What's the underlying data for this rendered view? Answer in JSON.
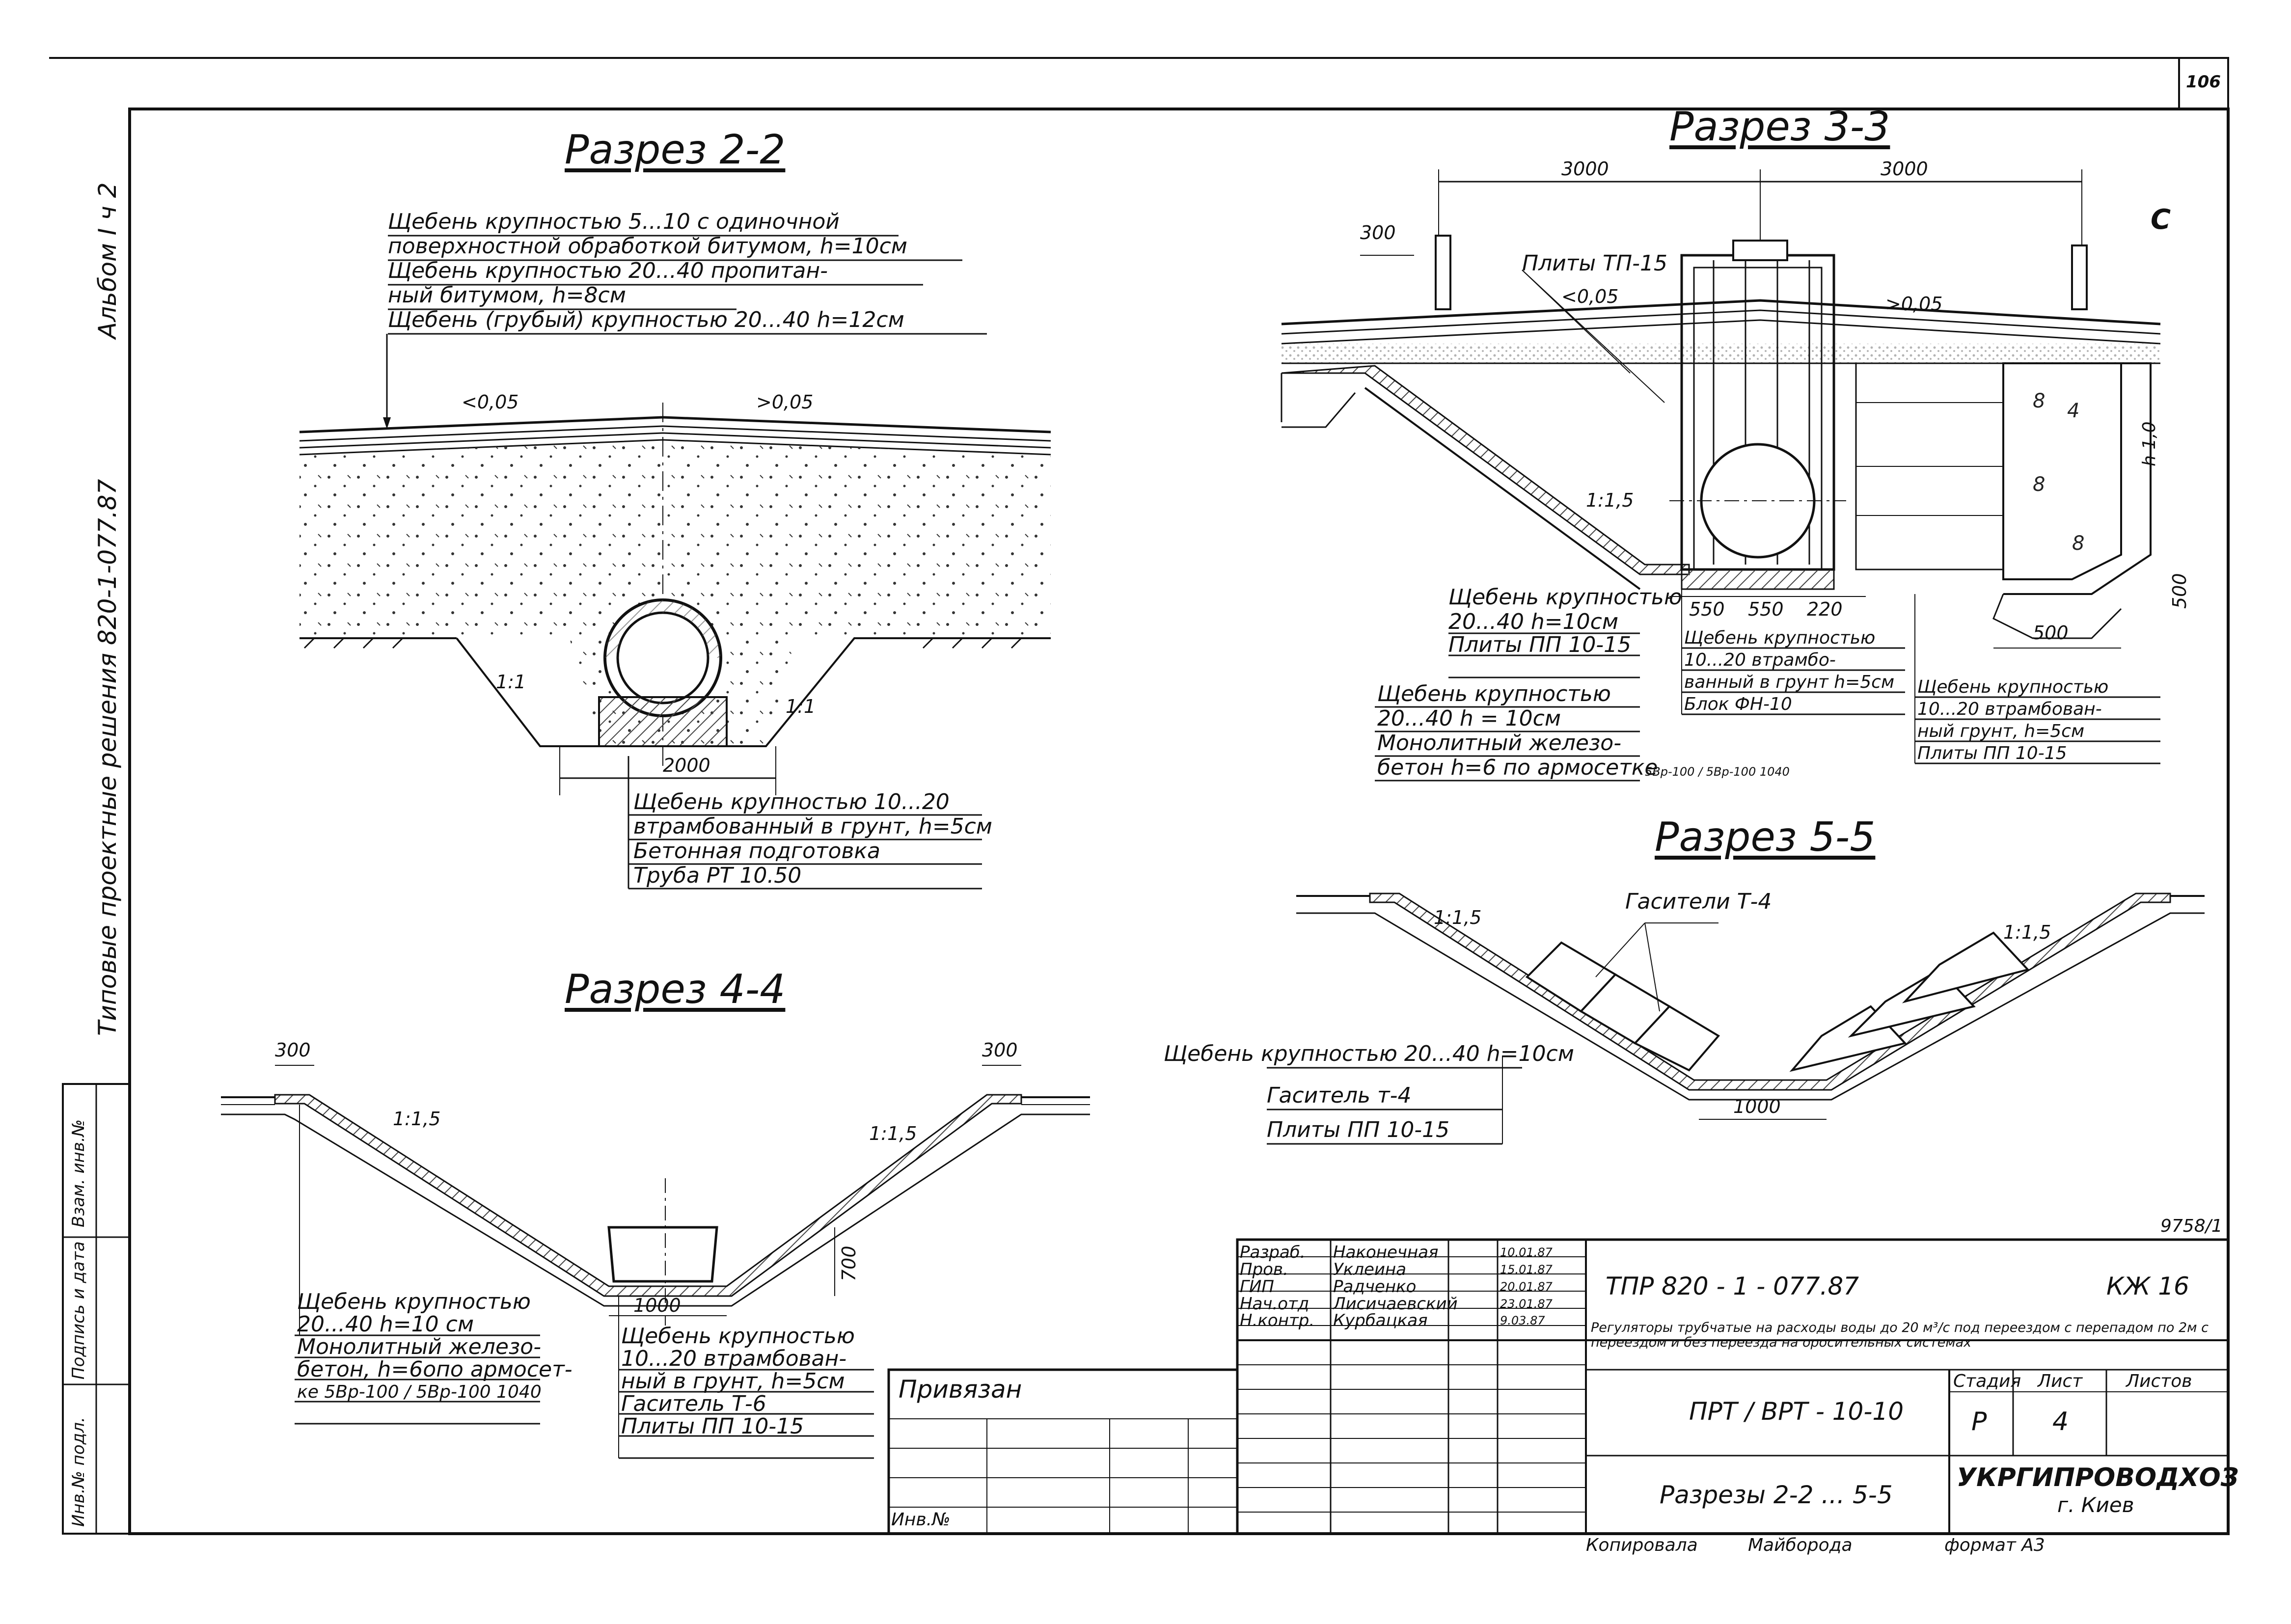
{
  "page_number": "106",
  "side_text": {
    "series": "Типовые проектные решения 820-1-077.87",
    "album": "Альбом I ч 2"
  },
  "left_strip": [
    "Инв.№ подл.",
    "Подпись и дата",
    "Взам. инв.№"
  ],
  "section_2_2": {
    "title": "Разрез 2-2",
    "layers": [
      "Щебень крупностью 5...10   с одиночной",
      "поверхностной обработкой битумом, h=10см",
      "Щебень крупностью 20...40    пропитан-",
      "ный битумом,  h=8см",
      "Щебень (грубый) крупностью 20...40     h=12см"
    ],
    "slope_left": "<0,05",
    "slope_right": ">0,05",
    "slope_ratio": "1:1",
    "dim_bottom": "2000",
    "base_notes": [
      "Щебень крупностью 10...20",
      "втрамбованный в грунт, h=5см",
      "Бетонная подготовка",
      "Труба РТ 10.50"
    ]
  },
  "section_3_3": {
    "title": "Разрез 3-3",
    "dim_left": "3000",
    "dim_right": "3000",
    "dim_300": "300",
    "mark_c": "С",
    "plates_label": "Плиты ТП-15",
    "slope_left": "<0,05",
    "slope_right": ">0,05",
    "slope_ratio": "1:1,5",
    "dims_bottom": [
      "550",
      "550",
      "220"
    ],
    "dim_500_h": "500",
    "dim_500_v": "500",
    "dim_h": "h 1,0",
    "notes_left": [
      "Щебень крупностью",
      "20...40        h=10см",
      "Плиты  ПП 10-15"
    ],
    "notes_mid": [
      "Щебень крупностью",
      "10...20  втрамбо-",
      "ванный в грунт h=5см",
      "Блок ФН-10"
    ],
    "notes_right": [
      "Щебень крупностью",
      "10...20    втрамбован-",
      "ный грунт,  h=5см",
      "Плиты  ПП 10-15"
    ],
    "notes_bottom": [
      "Щебень крупностью",
      "20...40        h = 10см",
      "Монолитный железо-",
      "бетон h=6 по армосетке"
    ],
    "mesh_label": "5Вр-100 / 5Вр-100  1040"
  },
  "section_4_4": {
    "title": "Разрез 4-4",
    "dim_300_left": "300",
    "dim_300_right": "300",
    "slope_left": "1:1,5",
    "slope_right": "1:1,5",
    "dim_1000": "1000",
    "dim_700": "700",
    "notes_left": [
      "Щебень крупностью",
      "20...40        h=10 см",
      "Монолитный железо-",
      "бетон, h=6опо армосет-",
      "ке  5Вр-100 / 5Вр-100   1040"
    ],
    "notes_right": [
      "Щебень крупностью",
      "10...20   втрамбован-",
      "ный в грунт,  h=5см",
      "Гаситель  Т-6",
      "Плиты  ПП 10-15"
    ]
  },
  "section_5_5": {
    "title": "Разрез 5-5",
    "dampers": "Гасители Т-4",
    "slope_left": "1:1,5",
    "slope_right": "1:1,5",
    "dim_1000": "1000",
    "notes": [
      "Щебень крупностью 20...40  h=10см",
      "Гаситель т-4",
      "Плиты  ПП 10-15"
    ]
  },
  "stamp": {
    "ref_mark": "9758/1",
    "roles": [
      {
        "role": "Разраб.",
        "name": "Наконечная",
        "date": "10.01.87"
      },
      {
        "role": "Пров.",
        "name": "Уклеина",
        "date": "15.01.87"
      },
      {
        "role": "ГИП",
        "name": "Радченко",
        "date": "20.01.87"
      },
      {
        "role": "Нач.отд",
        "name": "Лисичаевский",
        "date": "23.01.87"
      },
      {
        "role": "Н.контр.",
        "name": "Курбацкая",
        "date": "9.03.87"
      }
    ],
    "code": "ТПР  820 - 1 -  077.87",
    "sheet_mark": "КЖ 16",
    "description": "Регуляторы трубчатые на расходы воды до 20 м³/с под переездом с перепадом по 2м с переездом и без переезда на оросительных системах",
    "object": "ПРТ / ВРТ - 10-10",
    "stage_header": "Стадия",
    "sheet_header": "Лист",
    "sheets_header": "Листов",
    "stage": "Р",
    "sheet": "4",
    "drawing_title": "Разрезы 2-2 ... 5-5",
    "org": "УКРГИПРОВОДХОЗ",
    "city": "г. Киев",
    "bound": "Привязан",
    "inv": "Инв.№",
    "copied": "Копировала",
    "copier": "Майборода",
    "format": "формат А3"
  },
  "colors": {
    "ink": "#111111",
    "hatch": "#555555",
    "paper": "#ffffff"
  }
}
